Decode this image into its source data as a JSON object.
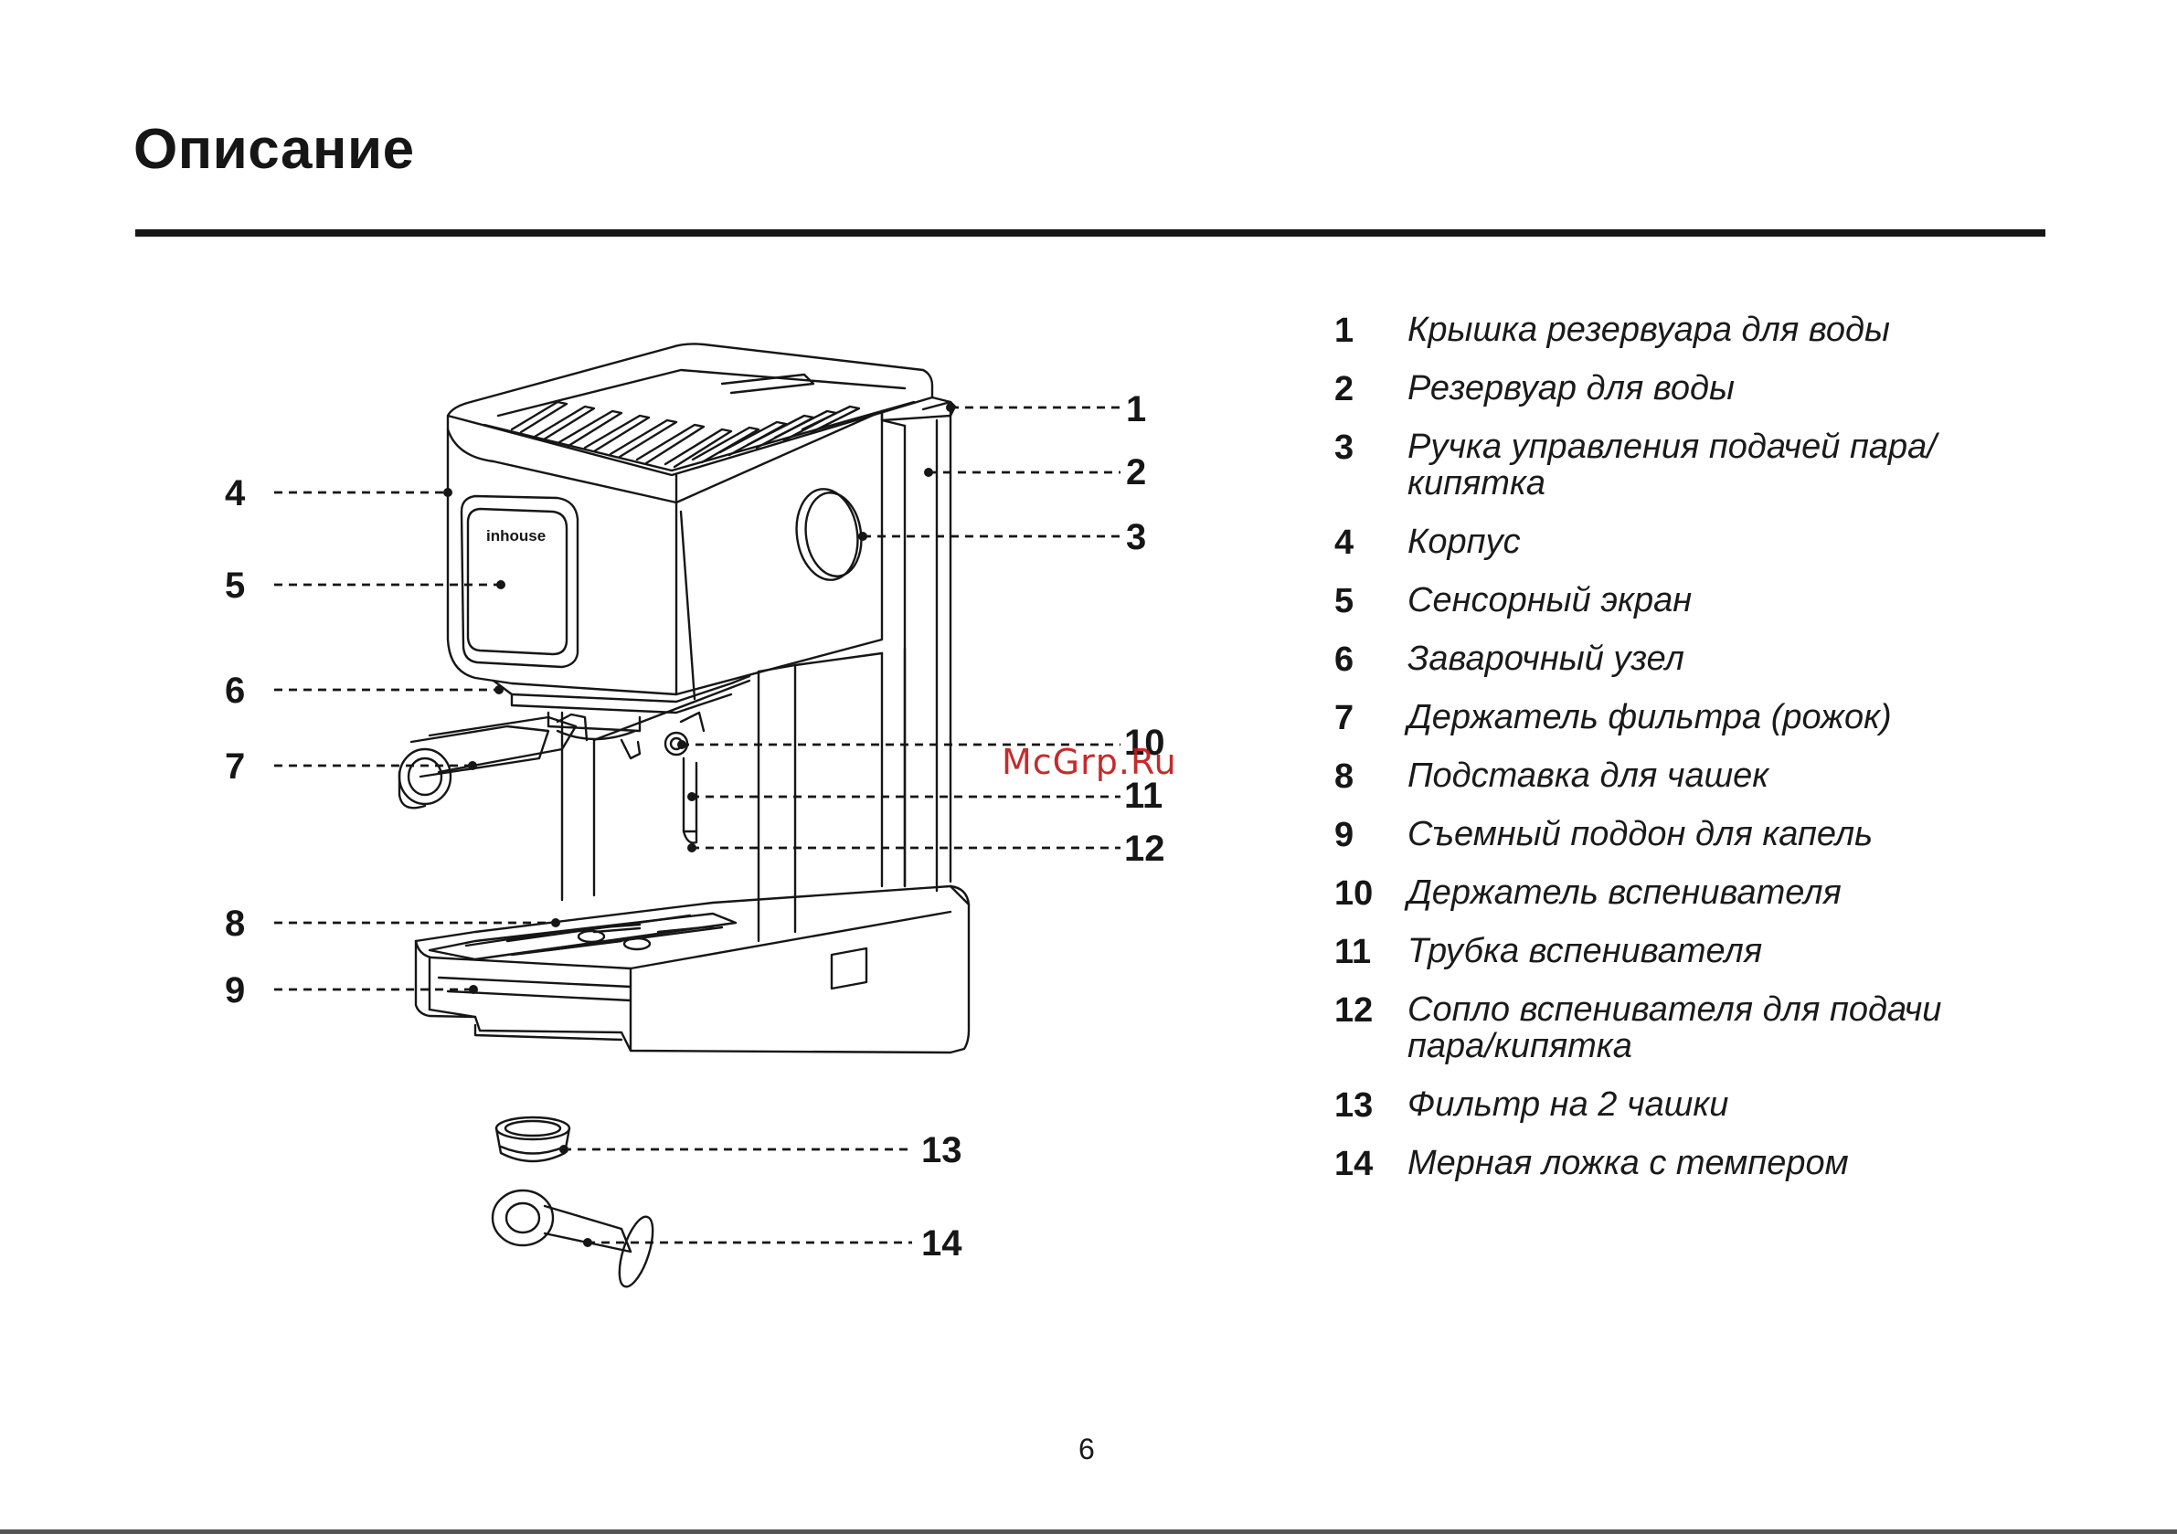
{
  "page": {
    "title": "Описание",
    "page_number": "6",
    "watermark": "McGrp.Ru"
  },
  "machine": {
    "brand_logo": "inhouse"
  },
  "callout_numbers": [
    "1",
    "2",
    "3",
    "4",
    "5",
    "6",
    "7",
    "8",
    "9",
    "10",
    "11",
    "12",
    "13",
    "14"
  ],
  "legend": [
    {
      "num": "1",
      "label": "Крышка резервуара для воды"
    },
    {
      "num": "2",
      "label": "Резервуар для воды"
    },
    {
      "num": "3",
      "label": "Ручка управления подачей пара/\nкипятка"
    },
    {
      "num": "4",
      "label": "Корпус"
    },
    {
      "num": "5",
      "label": "Сенсорный экран"
    },
    {
      "num": "6",
      "label": "Заварочный узел"
    },
    {
      "num": "7",
      "label": "Держатель фильтра (рожок)"
    },
    {
      "num": "8",
      "label": "Подставка для чашек"
    },
    {
      "num": "9",
      "label": "Съемный поддон для капель"
    },
    {
      "num": "10",
      "label": "Держатель вспенивателя"
    },
    {
      "num": "11",
      "label": "Трубка вспенивателя"
    },
    {
      "num": "12",
      "label": "Сопло вспенивателя для подачи\nпара/кипятка"
    },
    {
      "num": "13",
      "label": "Фильтр на 2 чашки"
    },
    {
      "num": "14",
      "label": "Мерная ложка с темпером"
    }
  ]
}
